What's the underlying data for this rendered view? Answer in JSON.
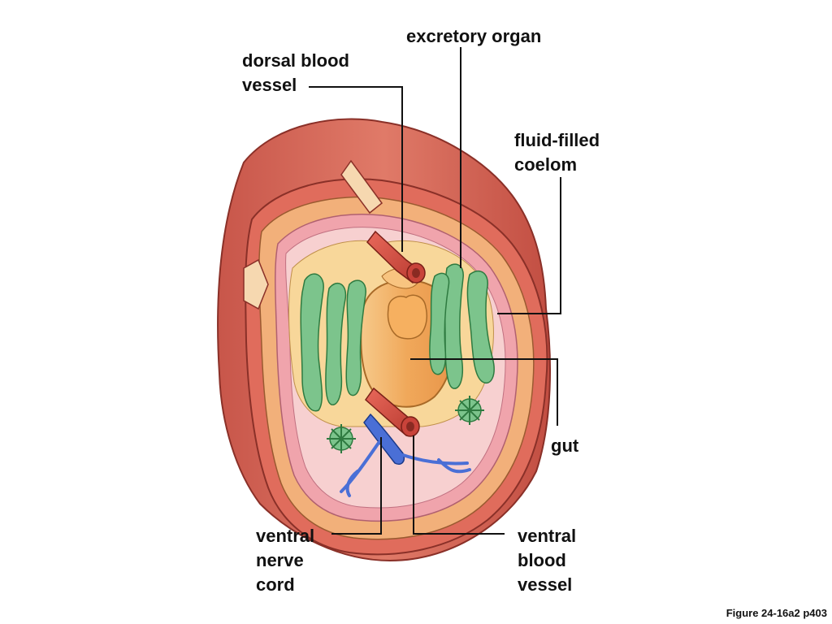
{
  "labels": {
    "excretory_organ": "excretory organ",
    "dorsal_blood_vessel": [
      "dorsal blood",
      "vessel"
    ],
    "fluid_filled_coelom": [
      "fluid-filled",
      "coelom"
    ],
    "gut": "gut",
    "ventral_nerve_cord": [
      "ventral",
      "nerve",
      "cord"
    ],
    "ventral_blood_vessel": [
      "ventral",
      "blood",
      "vessel"
    ]
  },
  "caption": "Figure 24-16a2 p403",
  "colors": {
    "body_wall": "#d9685a",
    "body_wall_dark": "#b9483c",
    "muscle_layer": "#f2b07a",
    "coelom_lining": "#f0a4ac",
    "coelom_fill": "#f7d0d0",
    "mesentery": "#f8d79a",
    "gut": "#f2b768",
    "blood_vessel": "#d8463a",
    "excretory_organ": "#7cc48c",
    "nerve_cord": "#4a6fd6",
    "leader_line": "#111111"
  }
}
